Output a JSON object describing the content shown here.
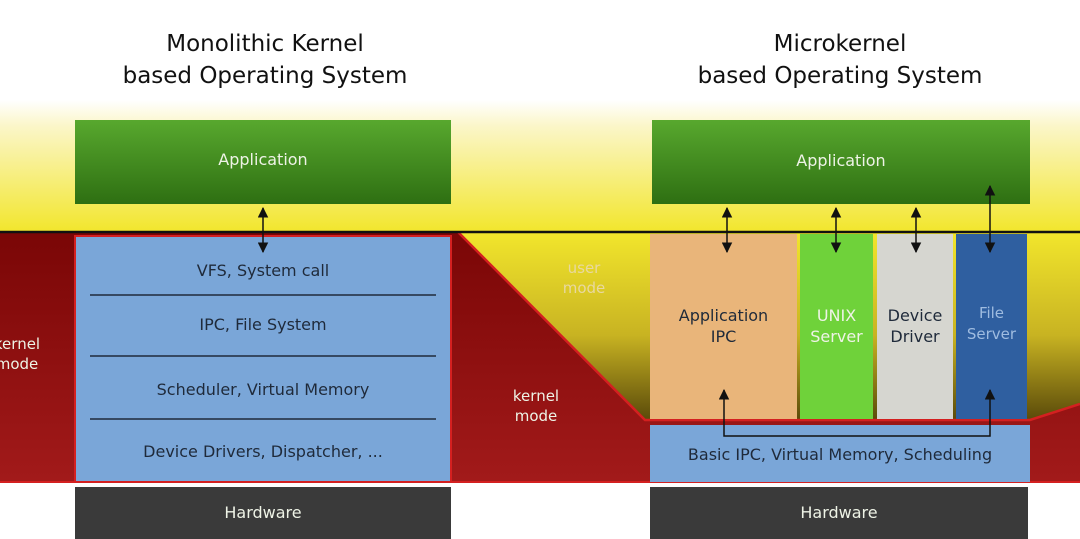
{
  "monolithic": {
    "title": "Monolithic Kernel\nbased Operating System",
    "application": "Application",
    "layers": [
      "VFS, System call",
      "IPC, File System",
      "Scheduler, Virtual Memory",
      "Device Drivers, Dispatcher, ..."
    ],
    "hardware": "Hardware"
  },
  "microkernel": {
    "title": "Microkernel\nbased Operating System",
    "application": "Application",
    "servers": [
      "Application\nIPC",
      "UNIX\nServer",
      "Device\nDriver",
      "File\nServer"
    ],
    "kernel": "Basic IPC, Virtual Memory, Scheduling",
    "hardware": "Hardware"
  },
  "modes": {
    "kernel_left": "kernel\nmode",
    "user": "user\nmode",
    "kernel_mid": "kernel\nmode"
  },
  "colors": {
    "user_band": "#f2e62c",
    "kernel_band": "#8e0d0d",
    "app_box": "#3c8a1c",
    "kernel_layer": "#7aa6d8",
    "hardware": "#3a3a3a",
    "app_ipc": "#e9b57a",
    "unix_server": "#6fd23a",
    "device_driver": "#d6d6d0",
    "file_server": "#2f5fa0"
  }
}
